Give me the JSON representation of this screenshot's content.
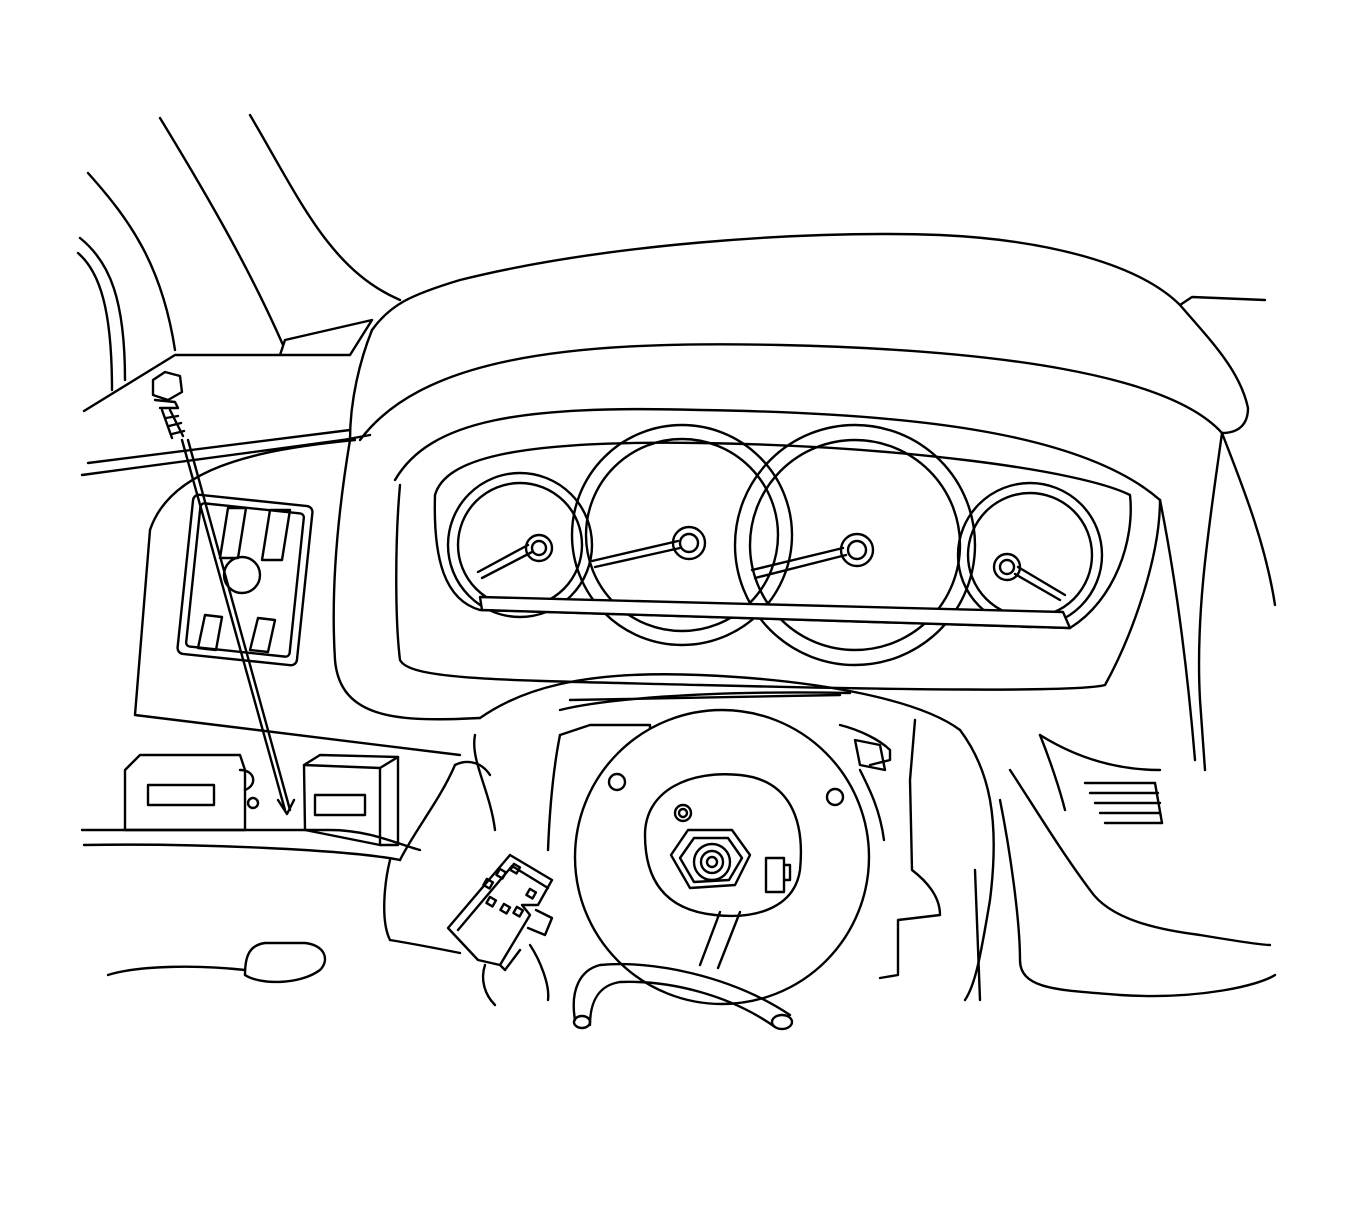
{
  "figure": {
    "stroke_color": "#000000",
    "background_color": "#ffffff",
    "gauge_count": 4,
    "components": [
      "windshield-pillar",
      "instrument-panel-hood",
      "instrument-cluster",
      "tachometer-gauge",
      "speedometer-gauge",
      "fuel-gauge",
      "temperature-gauge",
      "headlamp-switch",
      "fastener-bolt",
      "steering-column",
      "inflatable-restraint-coil",
      "electrical-connector",
      "wiring-harness",
      "air-vent"
    ]
  }
}
